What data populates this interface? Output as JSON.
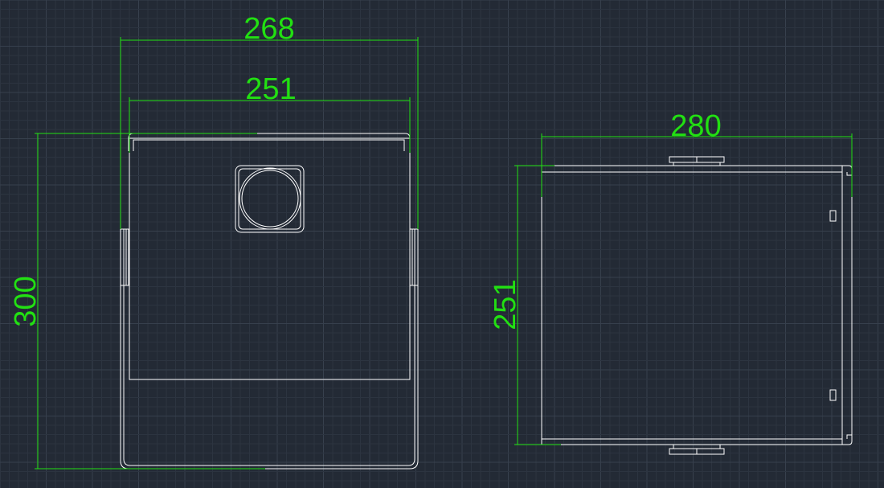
{
  "colors": {
    "background": "#232a35",
    "grid_minor": "#2c3440",
    "grid_major": "#37404d",
    "geometry": "#ffffff",
    "dimension": "#22e012"
  },
  "front_view": {
    "dimensions": {
      "overall_width": "268",
      "inner_width": "251",
      "height": "300"
    }
  },
  "side_view": {
    "dimensions": {
      "width": "280",
      "height": "251"
    }
  }
}
